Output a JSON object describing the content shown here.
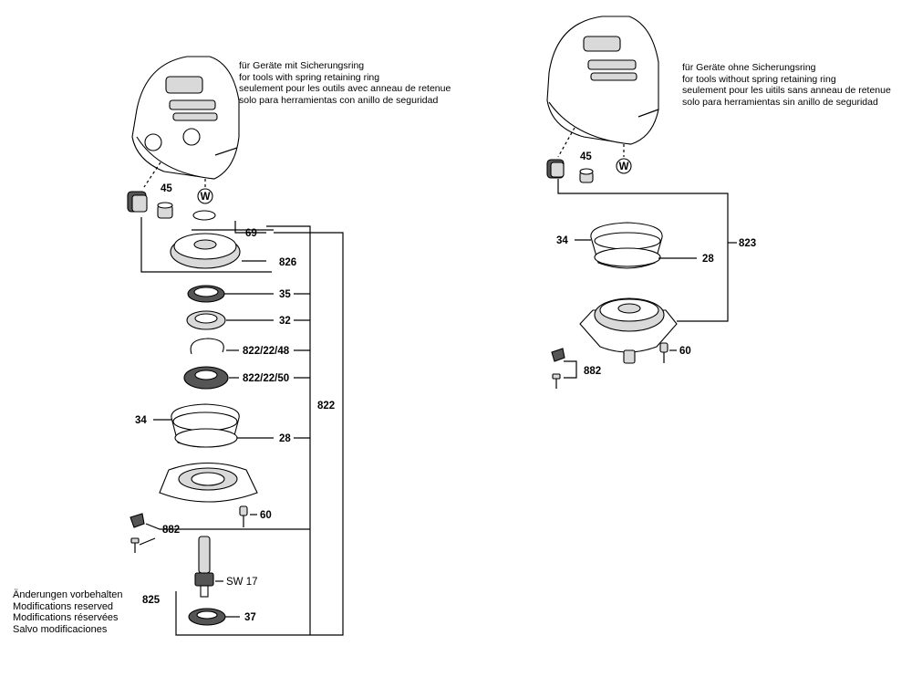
{
  "left_note": {
    "line1": "für Geräte mit Sicherungsring",
    "line2": "for tools with spring retaining ring",
    "line3": "seulement pour les outils avec anneau de retenue",
    "line4": "solo para herramientas con anillo de seguridad"
  },
  "right_note": {
    "line1": "für Geräte ohne Sicherungsring",
    "line2": "for tools without spring retaining ring",
    "line3": "seulement pour les uitils sans anneau de retenue",
    "line4": "solo para herramientas sin anillo de seguridad"
  },
  "footer_note": {
    "line1": "Änderungen vorbehalten",
    "line2": "Modifications reserved",
    "line3": "Modifications réservées",
    "line4": "Salvo modificaciones"
  },
  "left_parts": {
    "p45": "45",
    "pw": "W",
    "p69": "69",
    "p826": "826",
    "p35": "35",
    "p32": "32",
    "p822_22_48": "822/22/48",
    "p822_22_50": "822/22/50",
    "p34": "34",
    "p28": "28",
    "p822": "822",
    "p60": "60",
    "p882": "882",
    "psw17": "SW 17",
    "p825": "825",
    "p37": "37"
  },
  "right_parts": {
    "p45": "45",
    "pw": "W",
    "p34": "34",
    "p823": "823",
    "p28": "28",
    "p60": "60",
    "p882": "882"
  }
}
